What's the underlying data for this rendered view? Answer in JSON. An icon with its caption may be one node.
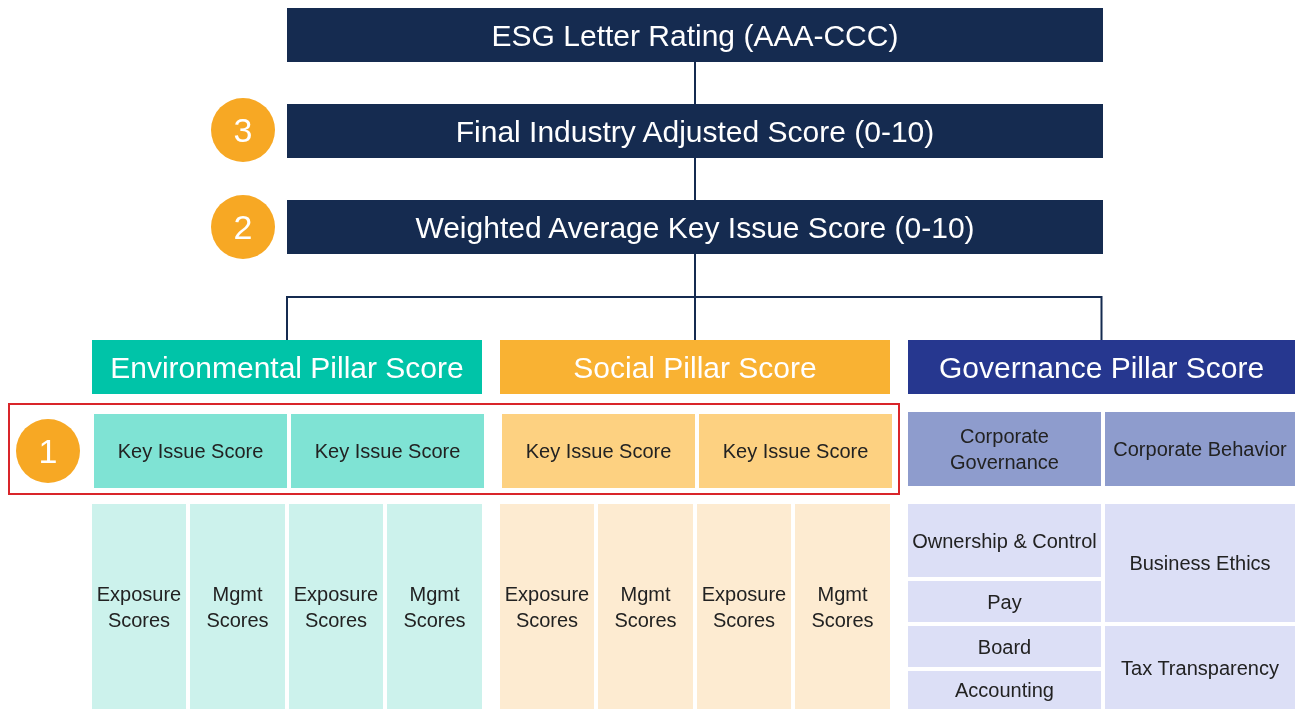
{
  "diagram": {
    "nodes": [
      {
        "text": [
          "ESG Letter Rating (AAA-CCC)"
        ]
      },
      {
        "text": [
          "3"
        ]
      },
      {
        "text": [
          "Final Industry Adjusted Score (0-10)"
        ]
      },
      {
        "text": [
          "2"
        ]
      },
      {
        "text": [
          "Weighted Average Key Issue Score (0-10)"
        ]
      },
      {
        "text": [
          "Environmental Pillar Score"
        ]
      },
      {
        "text": [
          "Social Pillar Score"
        ]
      },
      {
        "text": [
          "Governance Pillar Score"
        ]
      },
      {
        "text": [],
        "shape": "box"
      },
      {
        "text": [
          "1"
        ],
        "in": 8
      },
      {
        "text": [
          "Key Issue Score"
        ],
        "in": 8
      },
      {
        "text": [
          "Key Issue Score"
        ],
        "in": 8
      },
      {
        "text": [
          "Key Issue Score"
        ],
        "in": 8
      },
      {
        "text": [
          "Key Issue Score"
        ],
        "in": 8
      },
      {
        "text": [
          "Corporate Governance"
        ]
      },
      {
        "text": [
          "Corporate Behavior"
        ]
      },
      {
        "text": [
          "Exposure Scores"
        ]
      },
      {
        "text": [
          "Mgmt Scores"
        ]
      },
      {
        "text": [
          "Exposure Scores"
        ]
      },
      {
        "text": [
          "Mgmt Scores"
        ]
      },
      {
        "text": [
          "Exposure Scores"
        ]
      },
      {
        "text": [
          "Mgmt Scores"
        ]
      },
      {
        "text": [
          "Exposure Scores"
        ]
      },
      {
        "text": [
          "Mgmt Scores"
        ]
      },
      {
        "text": [
          "Ownership & Control"
        ]
      },
      {
        "text": [
          "Business Ethics"
        ]
      },
      {
        "text": [
          "Pay"
        ]
      },
      {
        "text": [
          "Board"
        ]
      },
      {
        "text": [
          "Tax Transparency"
        ]
      },
      {
        "text": [
          "Accounting"
        ]
      }
    ],
    "edges": [
      {
        "from": 0,
        "to": 2,
        "arrow": "none"
      },
      {
        "from": 2,
        "to": 4,
        "arrow": "none"
      },
      {
        "from": 4,
        "to": 5,
        "arrow": "none"
      },
      {
        "from": 4,
        "to": 6,
        "arrow": "none"
      },
      {
        "from": 4,
        "to": 7,
        "arrow": "none"
      }
    ]
  }
}
